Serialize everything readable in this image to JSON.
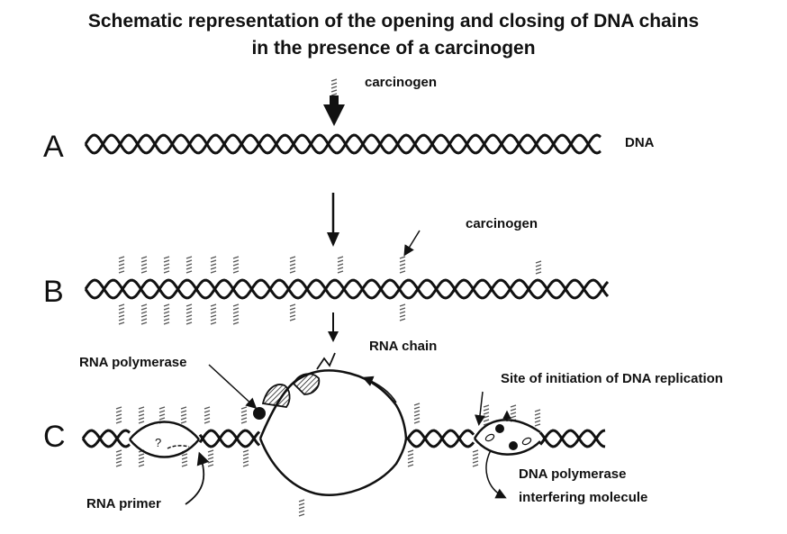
{
  "title_line1": "Schematic representation of the opening and closing of DNA chains",
  "title_line2": "in the presence of a carcinogen",
  "rows": {
    "a": "A",
    "b": "B",
    "c": "C"
  },
  "labels": {
    "carcinogen_top": "carcinogen",
    "dna": "DNA",
    "carcinogen_b": "carcinogen",
    "rna_chain": "RNA chain",
    "rna_polymerase": "RNA polymerase",
    "site_initiation": "Site of initiation of DNA replication",
    "rna_primer": "RNA primer",
    "dna_polymerase_line1": "DNA polymerase",
    "dna_polymerase_line2": "interfering molecule",
    "question_mark": "?"
  }
}
